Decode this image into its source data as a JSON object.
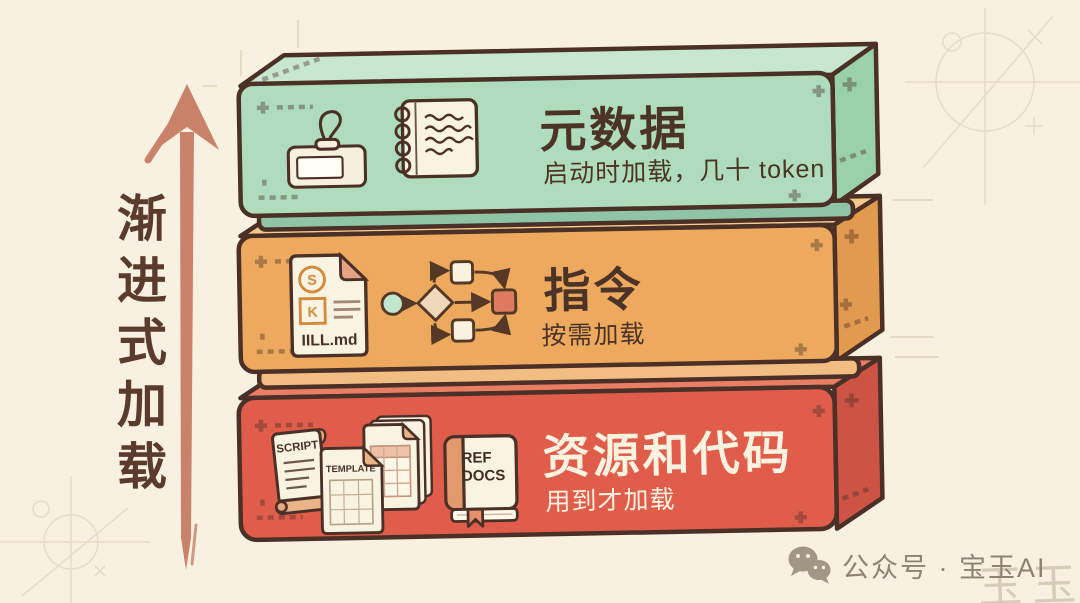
{
  "canvas": {
    "bg": "#f8f1e2",
    "outline": "#4a3026",
    "sketch": "#e5dcc6"
  },
  "side_label": {
    "text": "渐进式加载",
    "color": "#5b3b2b"
  },
  "arrow": {
    "color": "#c8836a",
    "direction": "up"
  },
  "blocks": [
    {
      "id": "metadata",
      "title": "元数据",
      "subtitle": "启动时加载，几十 token",
      "colors": {
        "face": "#aedcbd",
        "top": "#c8e7d1",
        "side": "#9bd0ad",
        "lip": "#8fc5a5"
      },
      "icons": [
        "id-badge-icon",
        "spiral-notebook-icon"
      ]
    },
    {
      "id": "instructions",
      "title": "指令",
      "subtitle": "按需加载",
      "colors": {
        "face": "#edaa5e",
        "top": "#f5c98a",
        "side": "#e29a4e",
        "lip": "#f2bd82"
      },
      "file": {
        "name": "IILL.md",
        "circle_badge": "S",
        "square_badge": "K"
      },
      "icons": [
        "skill-file-icon",
        "flowchart-icon"
      ]
    },
    {
      "id": "resources",
      "title": "资源和代码",
      "subtitle": "用到才加载",
      "colors": {
        "face": "#e05c4b",
        "top": "#e97e64",
        "side": "#cd5445"
      },
      "docs": {
        "script": "SCRIPT",
        "template": "TEMPLATE",
        "refdocs": "REF DOCS"
      },
      "icons": [
        "script-scroll-icon",
        "template-doc-icon",
        "sheet-stack-icon",
        "ref-docs-book-icon"
      ]
    }
  ],
  "watermark": {
    "label": "公众号 · 宝玉AI",
    "ghost": "玉玉",
    "color": "#8d8375"
  }
}
